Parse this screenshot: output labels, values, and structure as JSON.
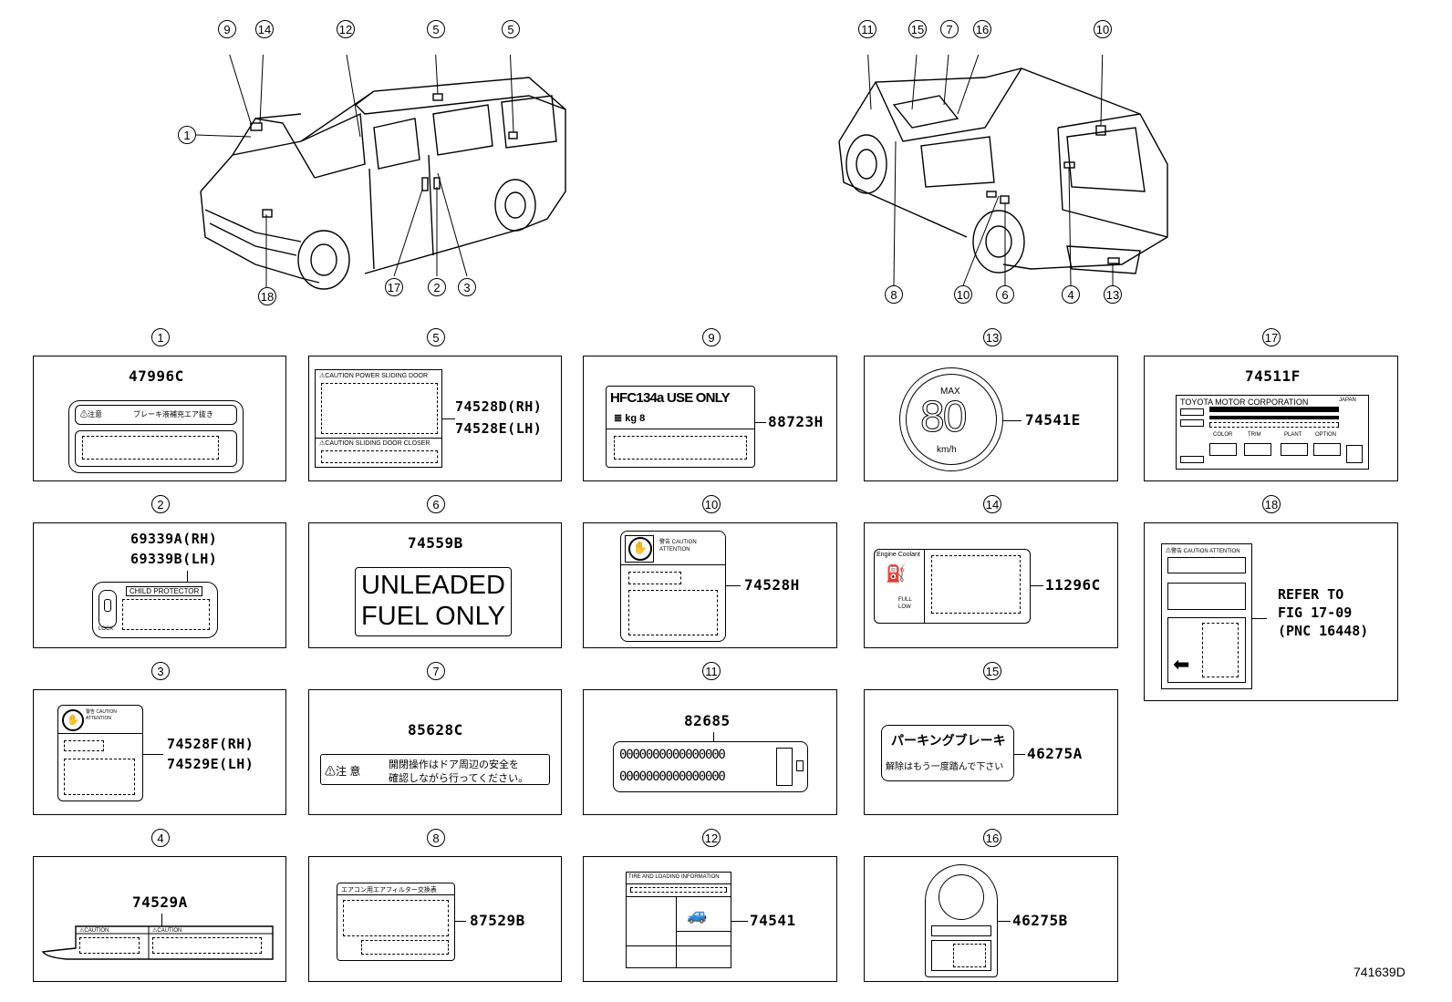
{
  "diagram_id": "741639D",
  "callouts_front": [
    "9",
    "14",
    "12",
    "5",
    "5",
    "1",
    "18",
    "17",
    "2",
    "3"
  ],
  "callouts_rear": [
    "11",
    "15",
    "7",
    "16",
    "10",
    "8",
    "10",
    "6",
    "4",
    "13"
  ],
  "panels": {
    "p1": {
      "num": "1",
      "part": "47996C"
    },
    "p2": {
      "num": "2",
      "part1": "69339A(RH)",
      "part2": "69339B(LH)",
      "inner": "CHILD PROTECTOR",
      "lock": "LOCK"
    },
    "p3": {
      "num": "3",
      "part1": "74528F(RH)",
      "part2": "74529E(LH)"
    },
    "p4": {
      "num": "4",
      "part": "74529A",
      "c1": "⚠CAUTION",
      "c2": "⚠CAUTION"
    },
    "p5": {
      "num": "5",
      "part1": "74528D(RH)",
      "part2": "74528E(LH)",
      "h1": "⚠CAUTION  POWER SLIDING DOOR",
      "h2": "⚠CAUTION  SLIDING DOOR CLOSER"
    },
    "p6": {
      "num": "6",
      "part": "74559B",
      "line1": "UNLEADED",
      "line2": "FUEL ONLY"
    },
    "p7": {
      "num": "7",
      "part": "85628C",
      "warn": "⚠注 意",
      "j1": "開閉操作はドア周辺の安全を",
      "j2": "確認しながら行ってください。"
    },
    "p8": {
      "num": "8",
      "part": "87529B",
      "head": "エアコン用エアフィルター交換表"
    },
    "p9": {
      "num": "9",
      "part": "88723H",
      "hfc": "HFC134a USE ONLY",
      "amt": "≣ kg 8"
    },
    "p10": {
      "num": "10",
      "part": "74528H",
      "warn": "警告 CAUTION ATTENTION"
    },
    "p11": {
      "num": "11",
      "part": "82685",
      "row": "0000000000000000"
    },
    "p12": {
      "num": "12",
      "part": "74541",
      "head": "TIRE AND LOADING INFORMATION"
    },
    "p13": {
      "num": "13",
      "part": "74541E",
      "max": "MAX",
      "speed": "80",
      "unit": "km/h"
    },
    "p14": {
      "num": "14",
      "part": "11296C",
      "head": "Engine Coolant",
      "full": "FULL",
      "low": "LOW"
    },
    "p15": {
      "num": "15",
      "part": "46275A",
      "l1": "パーキングブレーキ",
      "l2": "解除はもう一度踏んで下さい"
    },
    "p16": {
      "num": "16",
      "part": "46275B"
    },
    "p17": {
      "num": "17",
      "part": "74511F",
      "corp": "TOYOTA MOTOR CORPORATION",
      "japan": "JAPAN",
      "f1": "COLOR",
      "f2": "TRIM",
      "f3": "PLANT",
      "f4": "OPTION"
    },
    "p18": {
      "num": "18",
      "ref": "REFER TO\nFIG 17-09\n(PNC 16448)",
      "head": "⚠警告 CAUTION ATTENTION"
    }
  },
  "p1_header": "⚠注意",
  "p1_sub": "ブレーキ液補充エア抜き"
}
